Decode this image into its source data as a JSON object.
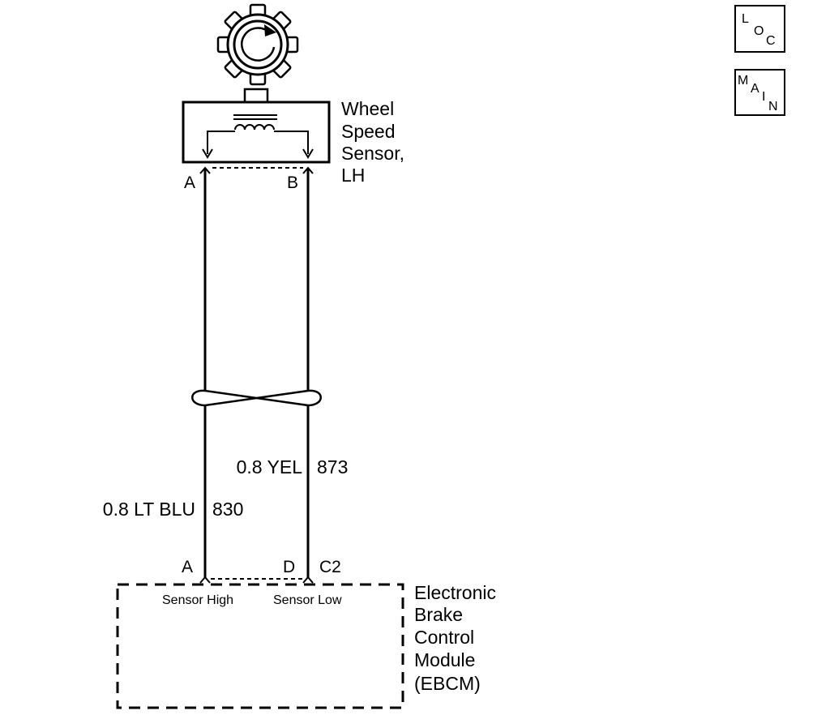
{
  "nav": {
    "loc": {
      "l1": "L",
      "l2": "O",
      "l3": "C"
    },
    "main": {
      "l1": "M",
      "l2": "A",
      "l3": "I",
      "l4": "N"
    }
  },
  "sensor": {
    "name_lines": [
      "Wheel",
      "Speed",
      "Sensor,",
      "LH"
    ],
    "pin_a": "A",
    "pin_b": "B"
  },
  "wires": [
    {
      "size_color": "0.8 LT BLU",
      "circuit": "830"
    },
    {
      "size_color": "0.8 YEL",
      "circuit": "873"
    }
  ],
  "module": {
    "pin_a": "A",
    "pin_d": "D",
    "connector": "C2",
    "terminal_high": "Sensor High",
    "terminal_low": "Sensor Low",
    "name_lines": [
      "Electronic",
      "Brake",
      "Control",
      "Module",
      "(EBCM)"
    ]
  }
}
